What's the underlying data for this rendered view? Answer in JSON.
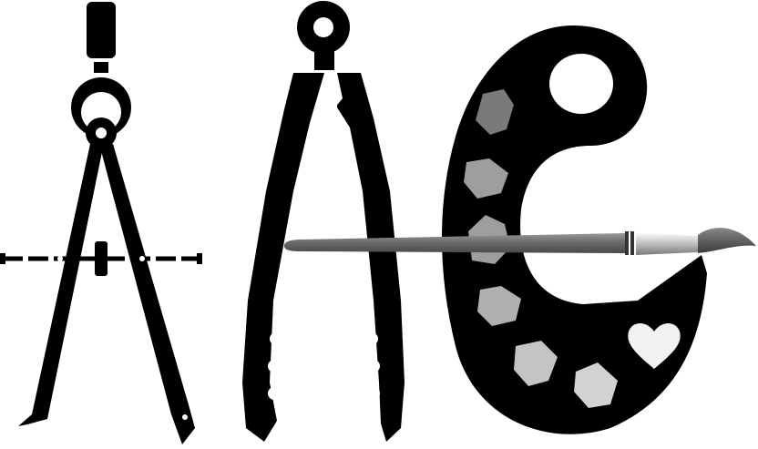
{
  "logo": {
    "letters": [
      "A",
      "A",
      "C"
    ]
  },
  "icons": {
    "compass": "drafting-compass-icon",
    "tongs": "tongs-icon",
    "palette": "paint-palette-icon",
    "brush": "paintbrush-icon",
    "heart": "heart-icon"
  },
  "colors": {
    "ink": "#000000",
    "background": "#ffffff",
    "paint_dark": "#7a7a7a",
    "paint_mid": "#9e9e9e",
    "paint_light": "#c4c4c4",
    "paint_lightest": "#e2e2e2"
  }
}
